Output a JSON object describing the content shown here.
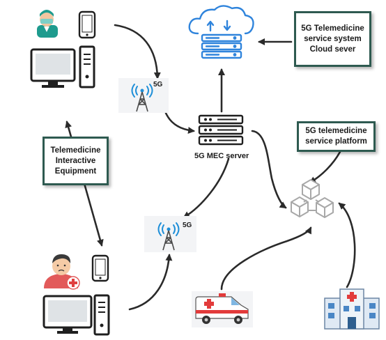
{
  "nodes": {
    "cloud_box": [
      "5G Telemedicine",
      "service system",
      "Cloud sever"
    ],
    "equipment_box": [
      "Telemedicine",
      "Interactive",
      "Equipment"
    ],
    "platform_box": [
      "5G telemedicine",
      "service platform"
    ],
    "mec_label": "5G MEC server",
    "tower_top_label": "5G",
    "tower_bottom_label": "5G"
  },
  "icons": [
    "doctor-icon",
    "smartphone-icon",
    "desktop-computer-icon",
    "cloud-server-icon",
    "cell-tower-icon",
    "server-rack-icon",
    "patient-icon",
    "blockchain-cubes-icon",
    "ambulance-icon",
    "hospital-icon"
  ],
  "colors": {
    "box_border": "#2e5a50",
    "arrow": "#2a2a2a",
    "cloud_blue": "#2f84dc",
    "tower_blue": "#1f8fd8",
    "doctor_teal": "#1e9b8e",
    "patient_red": "#e25a5a",
    "cube_gray": "#a8a8a8"
  }
}
